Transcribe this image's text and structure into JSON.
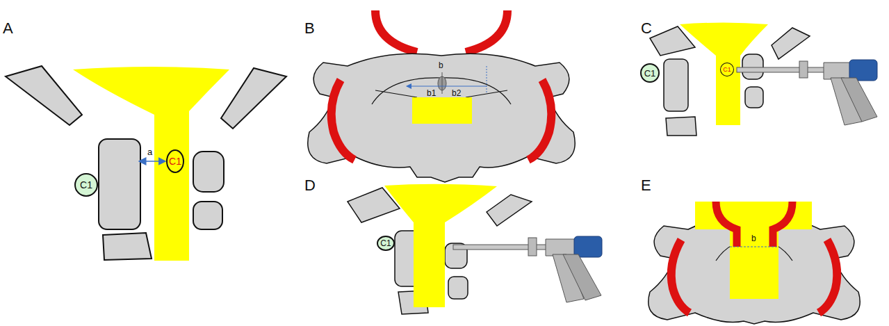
{
  "diagram": {
    "nodes": [
      {
        "text": [
          "C1"
        ]
      },
      {
        "text": [
          "C1"
        ]
      },
      {
        "text": [
          "C1"
        ]
      },
      {
        "text": [
          "C1"
        ]
      },
      {
        "text": [
          "C1"
        ]
      }
    ],
    "labels": [
      "A",
      "a",
      "B",
      "b",
      "b1",
      "b2",
      "C",
      "D",
      "E",
      "b"
    ]
  }
}
